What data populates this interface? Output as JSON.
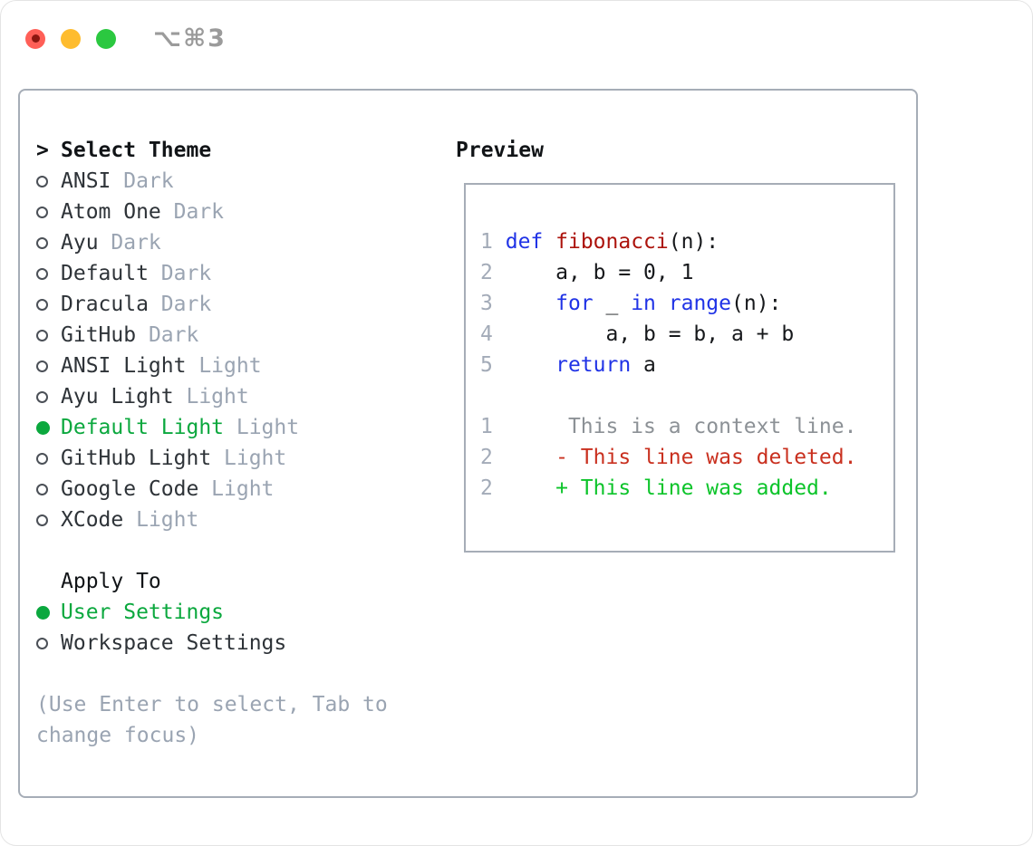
{
  "titlebar": {
    "shortcut": "⌥⌘3"
  },
  "theme_selector": {
    "prompt": ">",
    "title": "Select Theme",
    "items": [
      {
        "name": "ANSI",
        "variant": "Dark",
        "selected": false
      },
      {
        "name": "Atom One",
        "variant": "Dark",
        "selected": false
      },
      {
        "name": "Ayu",
        "variant": "Dark",
        "selected": false
      },
      {
        "name": "Default",
        "variant": "Dark",
        "selected": false
      },
      {
        "name": "Dracula",
        "variant": "Dark",
        "selected": false
      },
      {
        "name": "GitHub",
        "variant": "Dark",
        "selected": false
      },
      {
        "name": "ANSI Light",
        "variant": "Light",
        "selected": false
      },
      {
        "name": "Ayu Light",
        "variant": "Light",
        "selected": false
      },
      {
        "name": "Default Light",
        "variant": "Light",
        "selected": true
      },
      {
        "name": "GitHub Light",
        "variant": "Light",
        "selected": false
      },
      {
        "name": "Google Code",
        "variant": "Light",
        "selected": false
      },
      {
        "name": "XCode",
        "variant": "Light",
        "selected": false
      }
    ]
  },
  "apply_to": {
    "title": "Apply To",
    "options": [
      {
        "name": "User Settings",
        "selected": true
      },
      {
        "name": "Workspace Settings",
        "selected": false
      }
    ]
  },
  "help_text": "(Use Enter to select, Tab to change focus)",
  "preview": {
    "title": "Preview",
    "code_lines": [
      {
        "num": "1",
        "tokens": [
          {
            "c": "kw",
            "t": "def"
          },
          {
            "c": "pl",
            "t": " "
          },
          {
            "c": "fn",
            "t": "fibonacci"
          },
          {
            "c": "pl",
            "t": "(n):"
          }
        ]
      },
      {
        "num": "2",
        "tokens": [
          {
            "c": "pl",
            "t": "    a, b = 0, 1"
          }
        ]
      },
      {
        "num": "3",
        "tokens": [
          {
            "c": "pl",
            "t": "    "
          },
          {
            "c": "kw",
            "t": "for"
          },
          {
            "c": "pl",
            "t": " _ "
          },
          {
            "c": "kw",
            "t": "in"
          },
          {
            "c": "pl",
            "t": " "
          },
          {
            "c": "kw",
            "t": "range"
          },
          {
            "c": "pl",
            "t": "(n):"
          }
        ]
      },
      {
        "num": "4",
        "tokens": [
          {
            "c": "pl",
            "t": "        a, b = b, a + b"
          }
        ]
      },
      {
        "num": "5",
        "tokens": [
          {
            "c": "pl",
            "t": "    "
          },
          {
            "c": "kw",
            "t": "return"
          },
          {
            "c": "pl",
            "t": " a"
          }
        ]
      }
    ],
    "diff_lines": [
      {
        "num": "1",
        "marker": "",
        "type": "context",
        "text": "This is a context line."
      },
      {
        "num": "2",
        "marker": "-",
        "type": "deleted",
        "text": "This line was deleted."
      },
      {
        "num": "2",
        "marker": "+",
        "type": "added",
        "text": "This line was added."
      }
    ]
  },
  "colors": {
    "selection-green": "#0ba83e",
    "added-green": "#0cc42a",
    "deleted-red": "#c9301f",
    "keyword-blue": "#2033e6",
    "function-red": "#ac130c",
    "border-gray": "#a6adb7",
    "traffic-red": "#ff5f57",
    "traffic-yellow": "#febc2e",
    "traffic-green": "#2bc840"
  }
}
